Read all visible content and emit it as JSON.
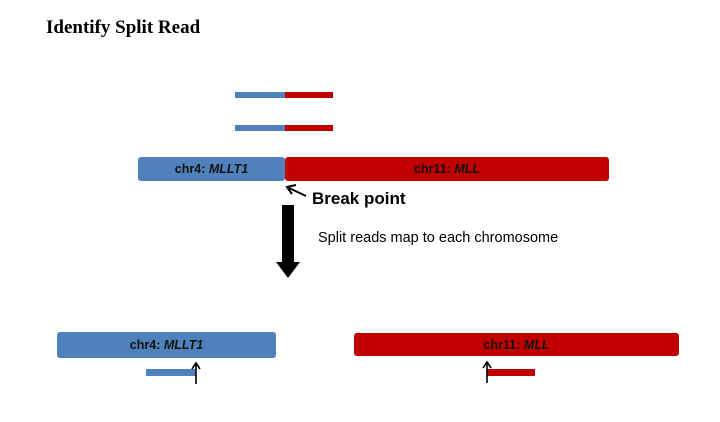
{
  "title": "Identify Split Read",
  "colors": {
    "chr4": "#4F81BD",
    "chr11": "#C00000"
  },
  "fusion": {
    "chr4_prefix": "chr4: ",
    "chr4_gene": "MLLT1",
    "chr11_prefix": "chr11: ",
    "chr11_gene": "MLL"
  },
  "break_point_label": "Break point",
  "split_reads_note": "Split reads map to each chromosome",
  "mapped": {
    "chr4_prefix": "chr4: ",
    "chr4_gene": "MLLT1",
    "chr11_prefix": "chr11: ",
    "chr11_gene": "MLL"
  }
}
